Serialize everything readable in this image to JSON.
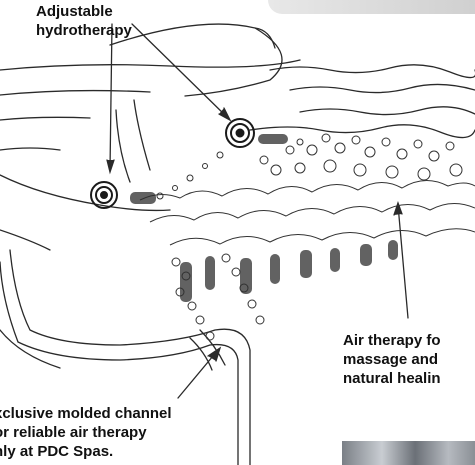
{
  "labels": {
    "hydro": [
      "Adjustable",
      "hydrotherapy"
    ],
    "air": [
      "Air therapy fo",
      "massage and",
      "natural healin"
    ],
    "channel": [
      "xclusive molded channel",
      "or reliable air therapy",
      "nly at PDC Spas."
    ]
  },
  "icons": {
    "jets": "jet-icon",
    "bubbles": "bubble-icon"
  },
  "colors": {
    "ink": "#222222",
    "photo": "#8a8f95"
  }
}
